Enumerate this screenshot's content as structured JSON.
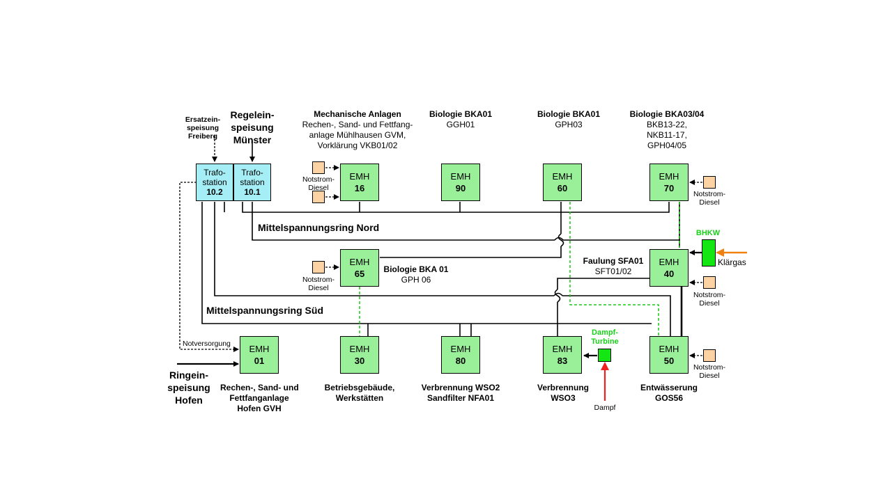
{
  "sources": {
    "ersatz": [
      "Ersatzein-",
      "speisung",
      "Freiberg"
    ],
    "regel": [
      "Regelein-",
      "speisung",
      "Münster"
    ],
    "ring": [
      "Ringein-",
      "speisung",
      "Hofen"
    ],
    "notversorgung": "Notversorgung"
  },
  "trafo": [
    {
      "line1": "Trafo-",
      "line2": "station",
      "num": "10.2"
    },
    {
      "line1": "Trafo-",
      "line2": "station",
      "num": "10.1"
    }
  ],
  "emh_label": "EMH",
  "emh": {
    "e16": "16",
    "e90": "90",
    "e60": "60",
    "e70": "70",
    "e65": "65",
    "e40": "40",
    "e01": "01",
    "e30": "30",
    "e80": "80",
    "e83": "83",
    "e50": "50"
  },
  "top_labels": {
    "mech": {
      "title": "Mechanische Anlagen",
      "l1": "Rechen-, Sand- und Fettfang-",
      "l2": "anlage Mühlhausen GVM,",
      "l3": "Vorklärung VKB01/02"
    },
    "bio1": {
      "title": "Biologie BKA01",
      "sub": "GGH01"
    },
    "bio2": {
      "title": "Biologie BKA01",
      "sub": "GPH03"
    },
    "bio3": {
      "title": "Biologie BKA03/04",
      "l1": "BKB13-22,",
      "l2": "NKB11-17,",
      "l3": "GPH04/05"
    }
  },
  "mid_labels": {
    "bio65": {
      "title": "Biologie BKA 01",
      "sub": "GPH 06"
    },
    "faulung": {
      "title": "Faulung SFA01",
      "sub": "SFT01/02"
    }
  },
  "rings": {
    "nord": "Mittelspannungsring Nord",
    "sued": "Mittelspannungsring Süd"
  },
  "diesel": [
    "Notstrom-",
    "Diesel"
  ],
  "bhkw": "BHKW",
  "klaergas": "Klärgas",
  "dampf_turbine": [
    "Dampf-",
    "Turbine"
  ],
  "dampf": "Dampf",
  "bottom_labels": {
    "b01": [
      "Rechen-, Sand- und",
      "Fettfanganlage",
      "Hofen GVH"
    ],
    "b30": [
      "Betriebsgebäude,",
      "Werkstätten"
    ],
    "b80": [
      "Verbrennung WSO2",
      "Sandfilter NFA01"
    ],
    "b83": [
      "Verbrennung",
      "WSO3"
    ],
    "b50": [
      "Entwässerung",
      "GOS56"
    ]
  }
}
